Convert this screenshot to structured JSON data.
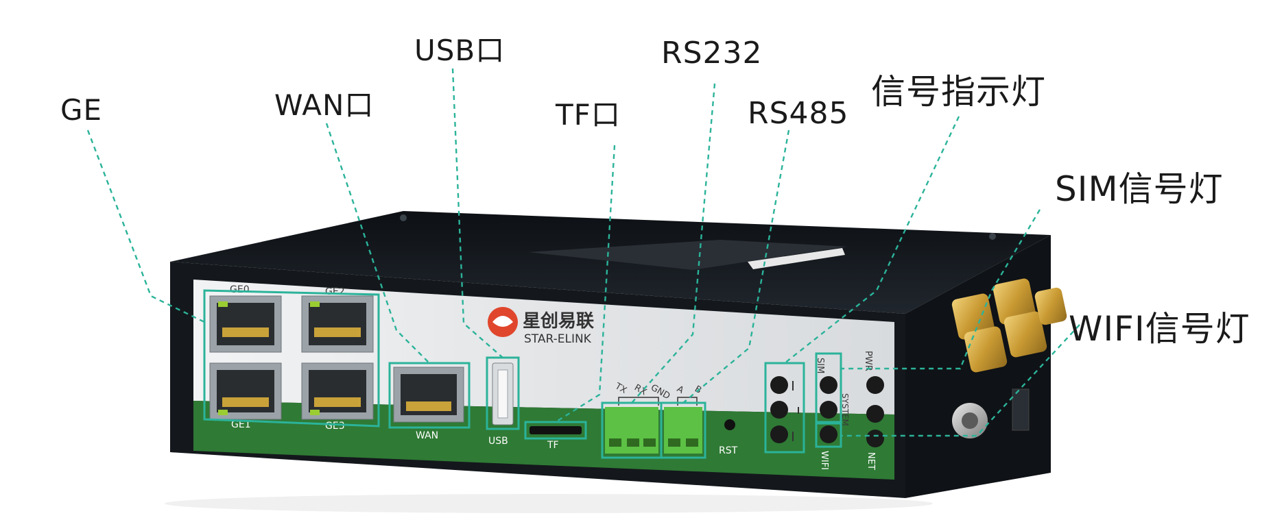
{
  "callouts": {
    "ge": "GE",
    "wan": "WAN口",
    "usb": "USB口",
    "tf": "TF口",
    "rs232": "RS232",
    "rs485": "RS485",
    "signal": "信号指示灯",
    "sim": "SIM信号灯",
    "wifi": "WIFI信号灯"
  },
  "device": {
    "brand_cn": "星创易联",
    "brand_en": "STAR-ELINK",
    "ports": {
      "ge0": "GE0",
      "ge1": "GE1",
      "ge2": "GE2",
      "ge3": "GE3",
      "wan": "WAN",
      "usb": "USB",
      "tf": "TF",
      "rst": "RST"
    },
    "serial": {
      "tx": "TX",
      "rx": "RX",
      "gnd": "GND",
      "a": "A",
      "b": "B"
    },
    "leds": {
      "sim": "SIM",
      "pwr": "PWR",
      "system": "SYSTEM",
      "wifi": "WIFI",
      "net": "NET"
    }
  },
  "colors": {
    "accent": "#2bb39a",
    "body": "#15191e",
    "panel": "#e8eaec",
    "strip": "#2f7a35",
    "terminal": "#5cc144",
    "antenna": "#d2a94a",
    "logo": "#e0462c"
  }
}
